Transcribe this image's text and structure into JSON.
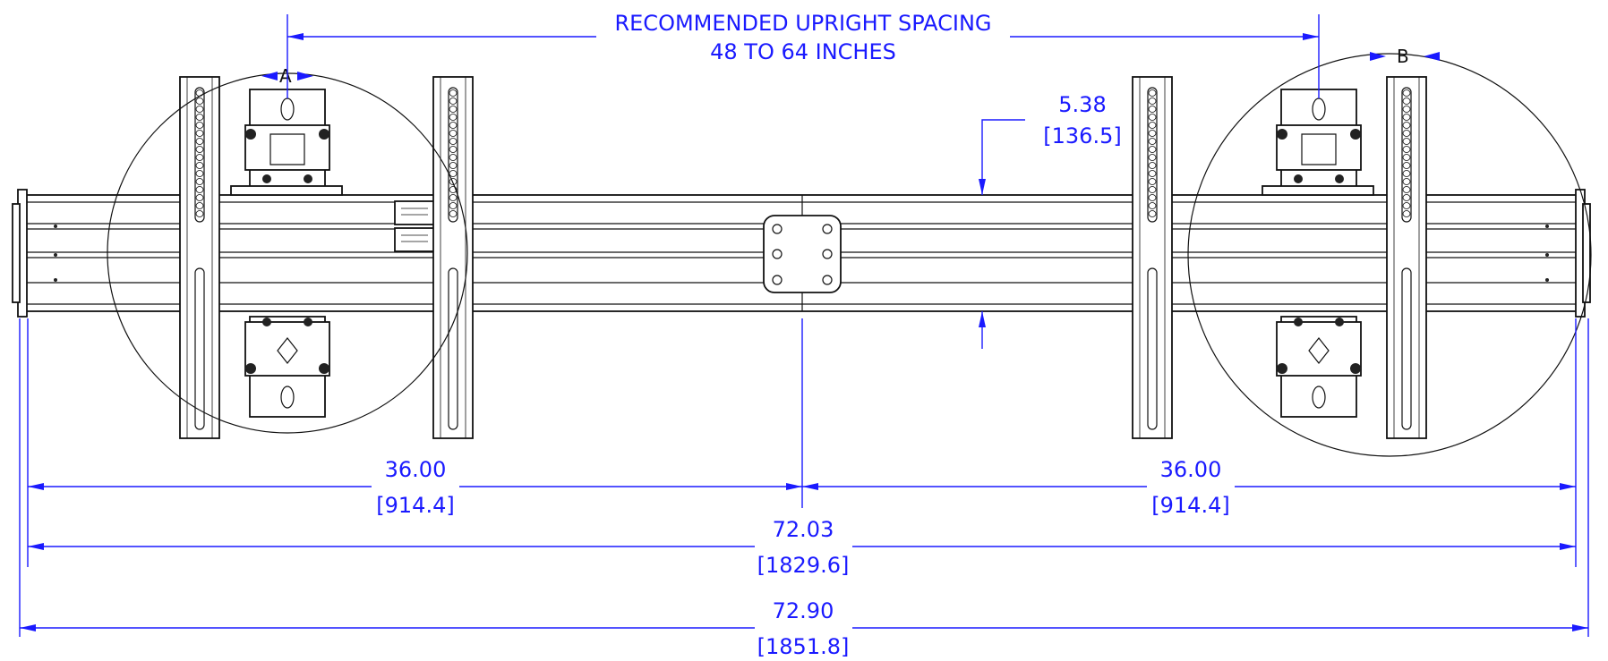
{
  "spacing_note": {
    "line1": "RECOMMENDED UPRIGHT SPACING",
    "line2": "48 TO 64 INCHES"
  },
  "dimensions": {
    "height": {
      "in": "5.38",
      "mm": "[136.5]"
    },
    "left_half": {
      "in": "36.00",
      "mm": "[914.4]"
    },
    "right_half": {
      "in": "36.00",
      "mm": "[914.4]"
    },
    "rail_length": {
      "in": "72.03",
      "mm": "[1829.6]"
    },
    "overall_length": {
      "in": "72.90",
      "mm": "[1851.8]"
    }
  },
  "detail_labels": {
    "left": "A",
    "right": "B"
  },
  "colors": {
    "dimension": "#1a1aff",
    "part": "#111111"
  }
}
